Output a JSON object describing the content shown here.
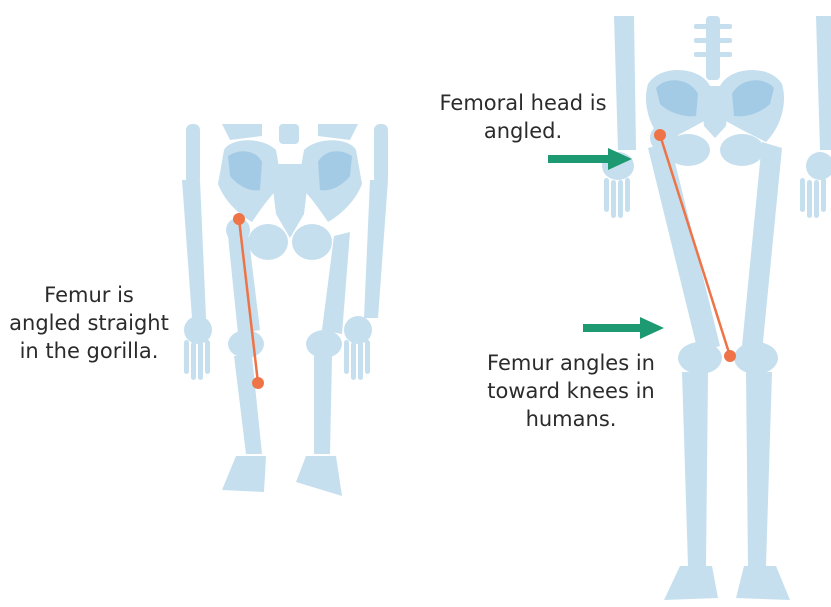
{
  "labels": {
    "gorilla": [
      "Femur is",
      "angled straight",
      "in the gorilla."
    ],
    "femoral_head": [
      "Femoral head is",
      "angled."
    ],
    "human_knees": [
      "Femur angles in",
      "toward knees in",
      "humans."
    ]
  },
  "colors": {
    "bone": "#c5dfee",
    "bone_dark": "#a4cbe6",
    "femur_line": "#ee7448",
    "arrow": "#1e9a72",
    "text": "#2b2b2b"
  },
  "icons": [
    "gorilla-skeleton-illustration",
    "human-skeleton-illustration",
    "arrow-right-icon"
  ]
}
